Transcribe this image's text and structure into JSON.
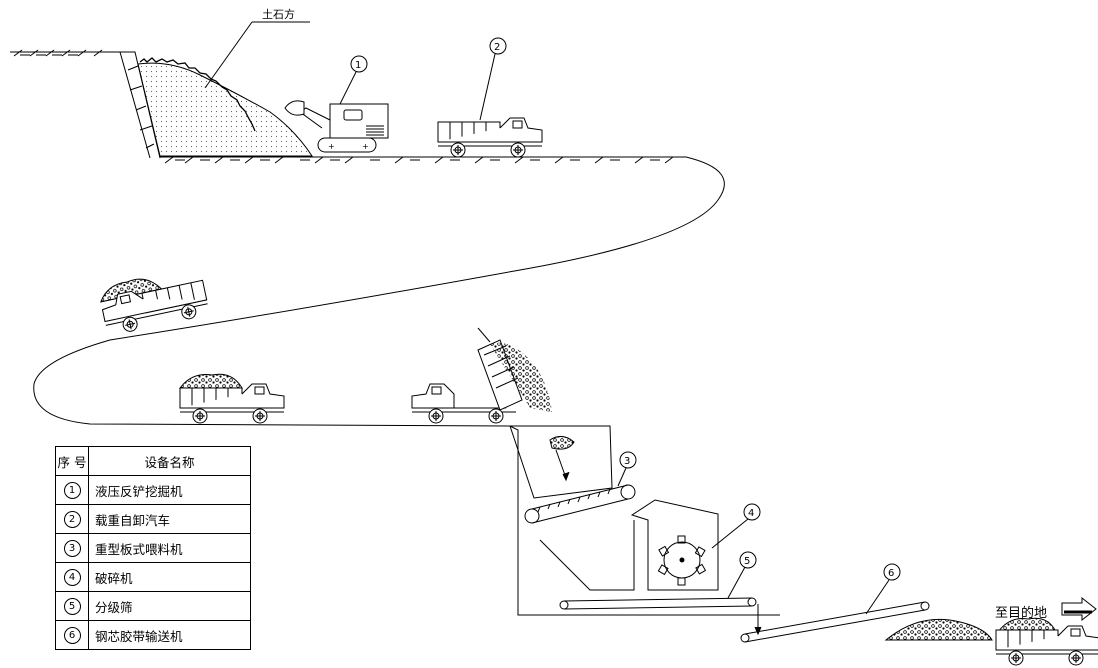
{
  "pile_label": "土石方",
  "equipment_marks": [
    "1",
    "2",
    "3",
    "4",
    "5",
    "6"
  ],
  "table": {
    "header_num": "序 号",
    "header_name": "设备名称",
    "rows": [
      {
        "num": "1",
        "name": "液压反铲挖掘机"
      },
      {
        "num": "2",
        "name": "载重自卸汽车"
      },
      {
        "num": "3",
        "name": "重型板式喂料机"
      },
      {
        "num": "4",
        "name": "破碎机"
      },
      {
        "num": "5",
        "name": "分级筛"
      },
      {
        "num": "6",
        "name": "钢芯胶带输送机"
      }
    ]
  },
  "destination": "至目的地"
}
